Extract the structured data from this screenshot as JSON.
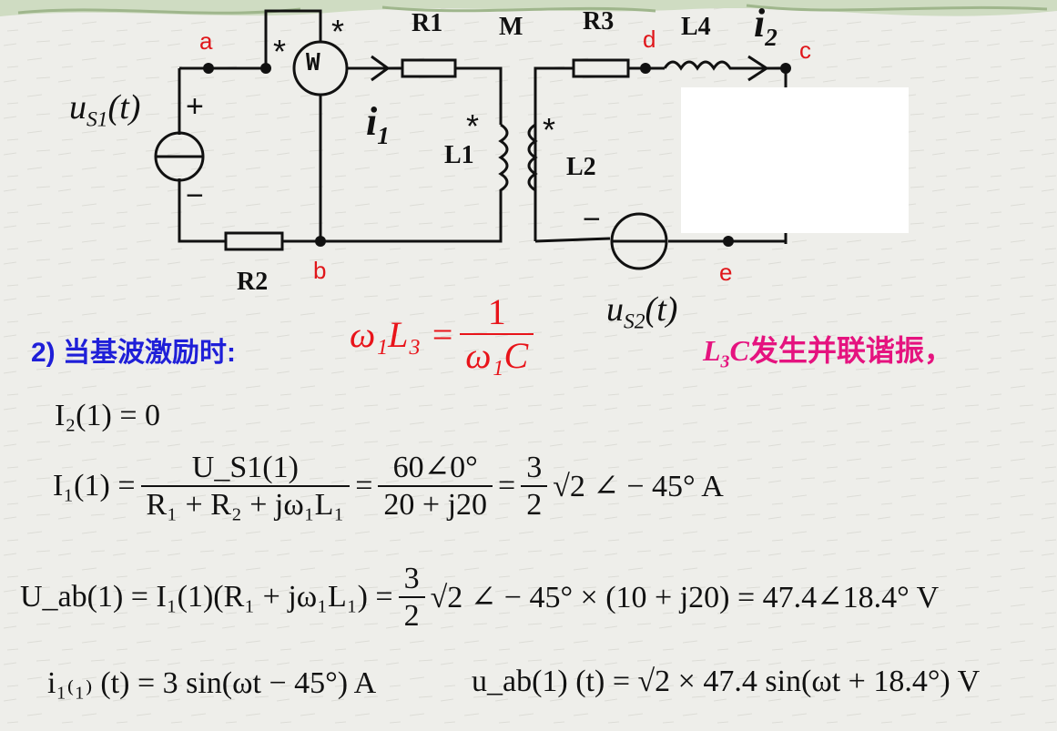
{
  "circuit": {
    "nodes": {
      "a": "a",
      "b": "b",
      "c": "c",
      "d": "d",
      "e": "e"
    },
    "components": {
      "R1": "R1",
      "R2": "R2",
      "R3": "R3",
      "L1": "L1",
      "L2": "L2",
      "L4": "L4",
      "M": "M",
      "wattmeter": "W"
    },
    "source1": {
      "u": "u",
      "sub": "S1",
      "arg": "(t)",
      "plus": "+",
      "minus": "−"
    },
    "source2": {
      "u": "u",
      "sub": "S2",
      "arg": "(t)",
      "minus": "−"
    },
    "currents": {
      "i1": "i",
      "i1_sub": "1",
      "i2": "i",
      "i2_sub": "2"
    },
    "polarity_marks": "*"
  },
  "text": {
    "step": "2) 当基波激励时:",
    "resonance_eq": {
      "lhs": "ω₁L₃ =",
      "num": "1",
      "den": "ω₁C"
    },
    "resonance_note_pre": "L",
    "resonance_note_sub": "3",
    "resonance_note_c": "C",
    "resonance_note": "发生并联谐振，"
  },
  "equations": {
    "eq1": "I₂(1) = 0",
    "eq2_lhs": "I₁(1) =",
    "eq2_num": "U_S1(1)",
    "eq2_den": "R₁ + R₂ + jω₁L₁",
    "eq2_mid_num": "60∠0°",
    "eq2_mid_den": "20 + j20",
    "eq2_frac_num": "3",
    "eq2_frac_den": "2",
    "eq2_tail": "√2 ∠ − 45° A",
    "eq3_lhs": "U_ab(1) = I₁(1)(R₁ + jω₁L₁) =",
    "eq3_frac_num": "3",
    "eq3_frac_den": "2",
    "eq3_tail": "√2 ∠ − 45° × (10 + j20) = 47.4∠18.4° V",
    "eq4_left": "i₁₍₁₎ (t) = 3 sin(ωt − 45°) A",
    "eq4_right": "u_ab(1) (t) = √2 × 47.4 sin(ωt + 18.4°) V"
  }
}
